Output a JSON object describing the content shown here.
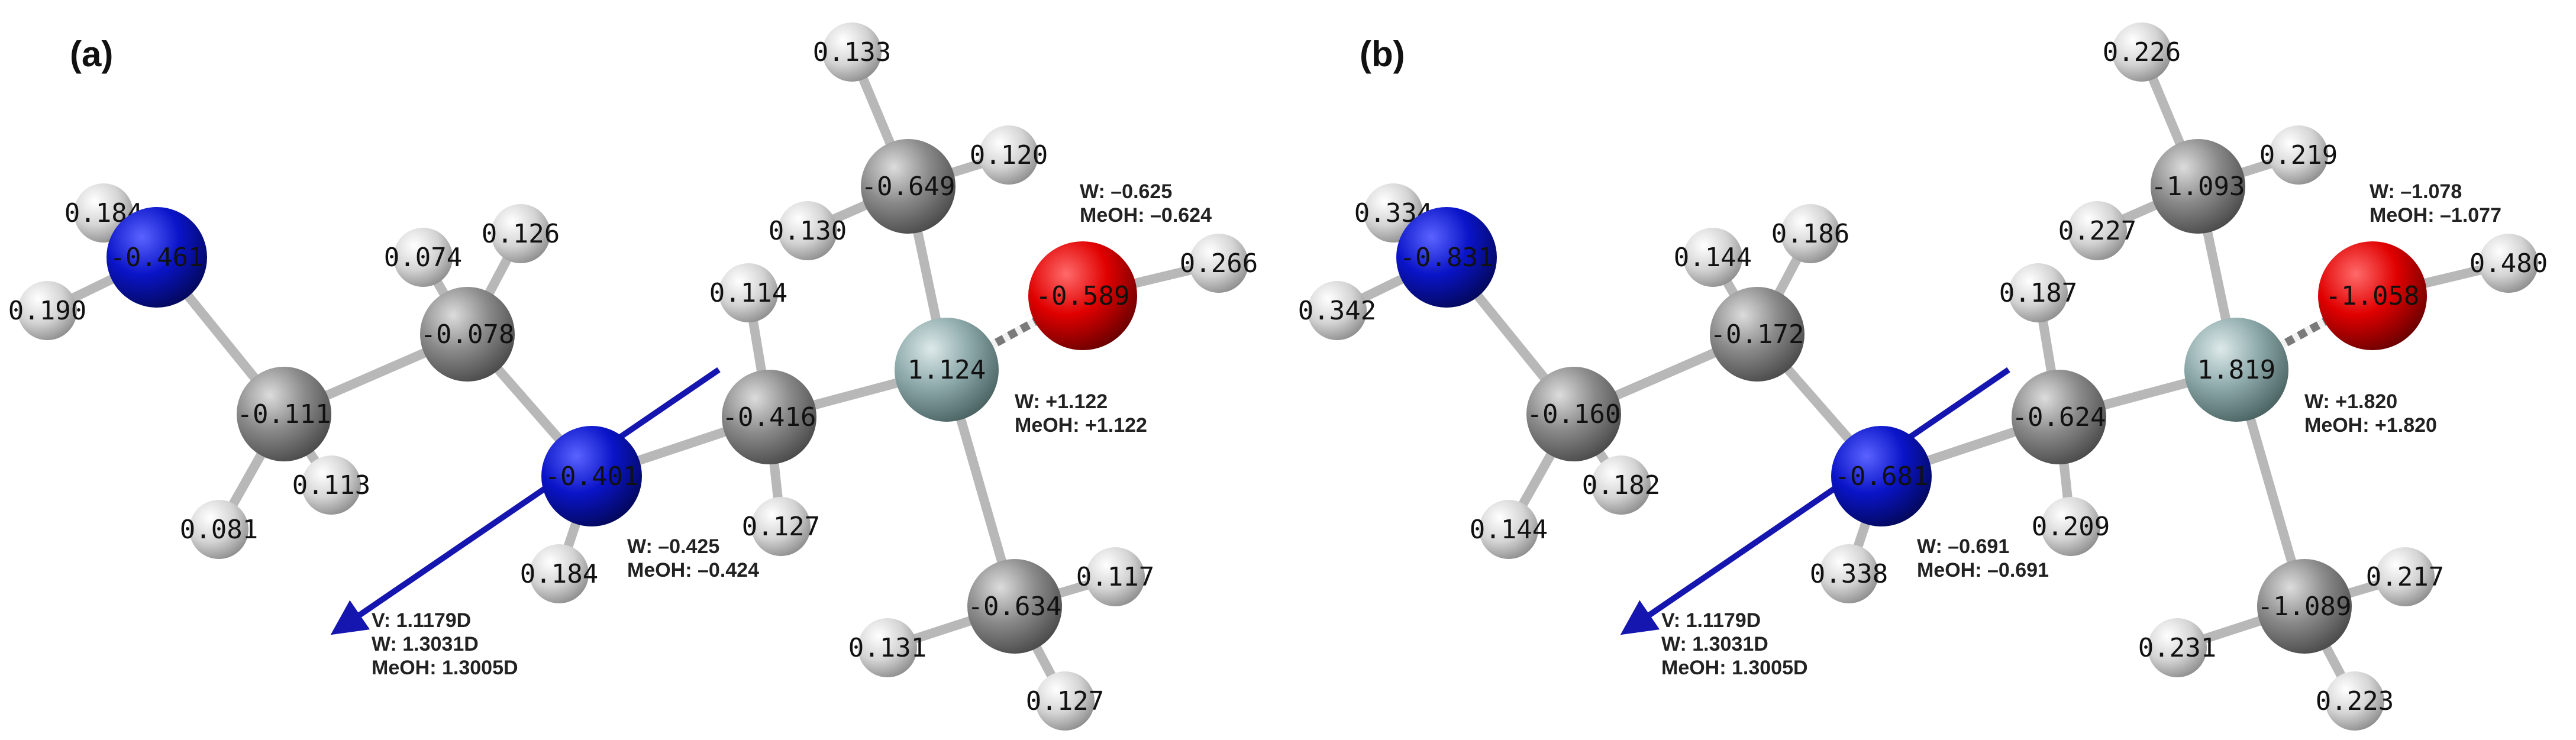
{
  "colors": {
    "H": "#d8d8d8",
    "C": "#858585",
    "N": "#0a14b4",
    "Si": "#8da9aa",
    "O": "#e00000",
    "bond": "#b8b8b8",
    "arrow": "#1515b0"
  },
  "panels": [
    {
      "label": "(a)",
      "atoms": [
        {
          "el": "N",
          "label": "-0.461"
        },
        {
          "el": "H",
          "label": "0.184"
        },
        {
          "el": "H",
          "label": "0.190"
        },
        {
          "el": "C",
          "label": "-0.111"
        },
        {
          "el": "H",
          "label": "0.113"
        },
        {
          "el": "H",
          "label": "0.081"
        },
        {
          "el": "C",
          "label": "-0.078"
        },
        {
          "el": "H",
          "label": "0.074"
        },
        {
          "el": "H",
          "label": "0.126"
        },
        {
          "el": "N",
          "label": "-0.401"
        },
        {
          "el": "H",
          "label": "0.184"
        },
        {
          "el": "C",
          "label": "-0.416"
        },
        {
          "el": "H",
          "label": "0.114"
        },
        {
          "el": "H",
          "label": "0.127"
        },
        {
          "el": "Si",
          "label": "1.124"
        },
        {
          "el": "C",
          "label": "-0.649"
        },
        {
          "el": "H",
          "label": "0.133"
        },
        {
          "el": "H",
          "label": "0.130"
        },
        {
          "el": "H",
          "label": "0.120"
        },
        {
          "el": "O",
          "label": "-0.589"
        },
        {
          "el": "H",
          "label": "0.266"
        },
        {
          "el": "C",
          "label": "-0.634"
        },
        {
          "el": "H",
          "label": "0.117"
        },
        {
          "el": "H",
          "label": "0.131"
        },
        {
          "el": "H",
          "label": "0.127"
        }
      ],
      "annotations": {
        "oxygen": [
          "W: –0.625",
          "MeOH: –0.624"
        ],
        "silicon": [
          "W: +1.122",
          "MeOH: +1.122"
        ],
        "nitrogen": [
          "W: –0.425",
          "MeOH: –0.424"
        ],
        "dipole": [
          "V: 1.1179D",
          "W: 1.3031D",
          "MeOH: 1.3005D"
        ]
      }
    },
    {
      "label": "(b)",
      "atoms": [
        {
          "el": "N",
          "label": "-0.831"
        },
        {
          "el": "H",
          "label": "0.334"
        },
        {
          "el": "H",
          "label": "0.342"
        },
        {
          "el": "C",
          "label": "-0.160"
        },
        {
          "el": "H",
          "label": "0.182"
        },
        {
          "el": "H",
          "label": "0.144"
        },
        {
          "el": "C",
          "label": "-0.172"
        },
        {
          "el": "H",
          "label": "0.144"
        },
        {
          "el": "H",
          "label": "0.186"
        },
        {
          "el": "N",
          "label": "-0.681"
        },
        {
          "el": "H",
          "label": "0.338"
        },
        {
          "el": "C",
          "label": "-0.624"
        },
        {
          "el": "H",
          "label": "0.187"
        },
        {
          "el": "H",
          "label": "0.209"
        },
        {
          "el": "Si",
          "label": "1.819"
        },
        {
          "el": "C",
          "label": "-1.093"
        },
        {
          "el": "H",
          "label": "0.226"
        },
        {
          "el": "H",
          "label": "0.227"
        },
        {
          "el": "H",
          "label": "0.219"
        },
        {
          "el": "O",
          "label": "-1.058"
        },
        {
          "el": "H",
          "label": "0.480"
        },
        {
          "el": "C",
          "label": "-1.089"
        },
        {
          "el": "H",
          "label": "0.217"
        },
        {
          "el": "H",
          "label": "0.231"
        },
        {
          "el": "H",
          "label": "0.223"
        }
      ],
      "annotations": {
        "oxygen": [
          "W: –1.078",
          "MeOH: –1.077"
        ],
        "silicon": [
          "W: +1.820",
          "MeOH: +1.820"
        ],
        "nitrogen": [
          "W: –0.691",
          "MeOH: –0.691"
        ],
        "dipole": [
          "V: 1.1179D",
          "W: 1.3031D",
          "MeOH: 1.3005D"
        ]
      }
    }
  ]
}
